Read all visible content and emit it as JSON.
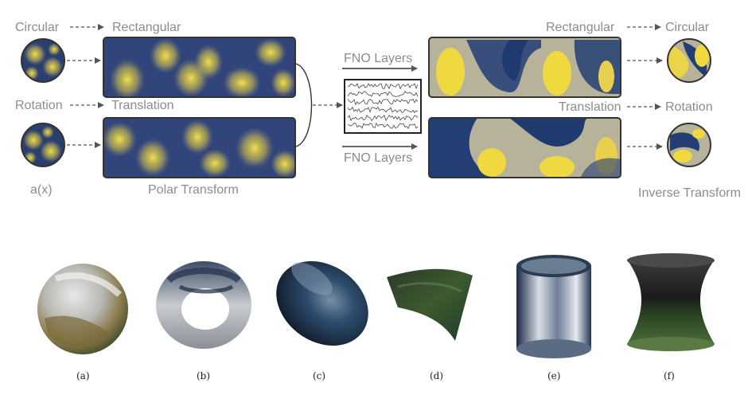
{
  "top": {
    "left_labels": {
      "circular": "Circular",
      "rectangular": "Rectangular",
      "rotation": "Rotation",
      "translation": "Translation",
      "input": "a(x)",
      "polar_transform": "Polar Transform"
    },
    "middle_labels": {
      "fno_top": "FNO Layers",
      "fno_bottom": "FNO Layers"
    },
    "right_labels": {
      "rectangular": "Rectangular",
      "circular": "Circular",
      "translation": "Translation",
      "rotation": "Rotation",
      "inverse_transform": "Inverse Transform"
    },
    "colors": {
      "blue": "#1f3a6e",
      "yellow": "#e8d84a",
      "label": "#8c8c8c"
    }
  },
  "bottom": {
    "captions": [
      "(a)",
      "(b)",
      "(c)",
      "(d)",
      "(e)",
      "(f)"
    ],
    "shapes": [
      "sphere",
      "torus",
      "ellipsoid",
      "curved-patch",
      "cylinder",
      "hyperboloid"
    ]
  }
}
